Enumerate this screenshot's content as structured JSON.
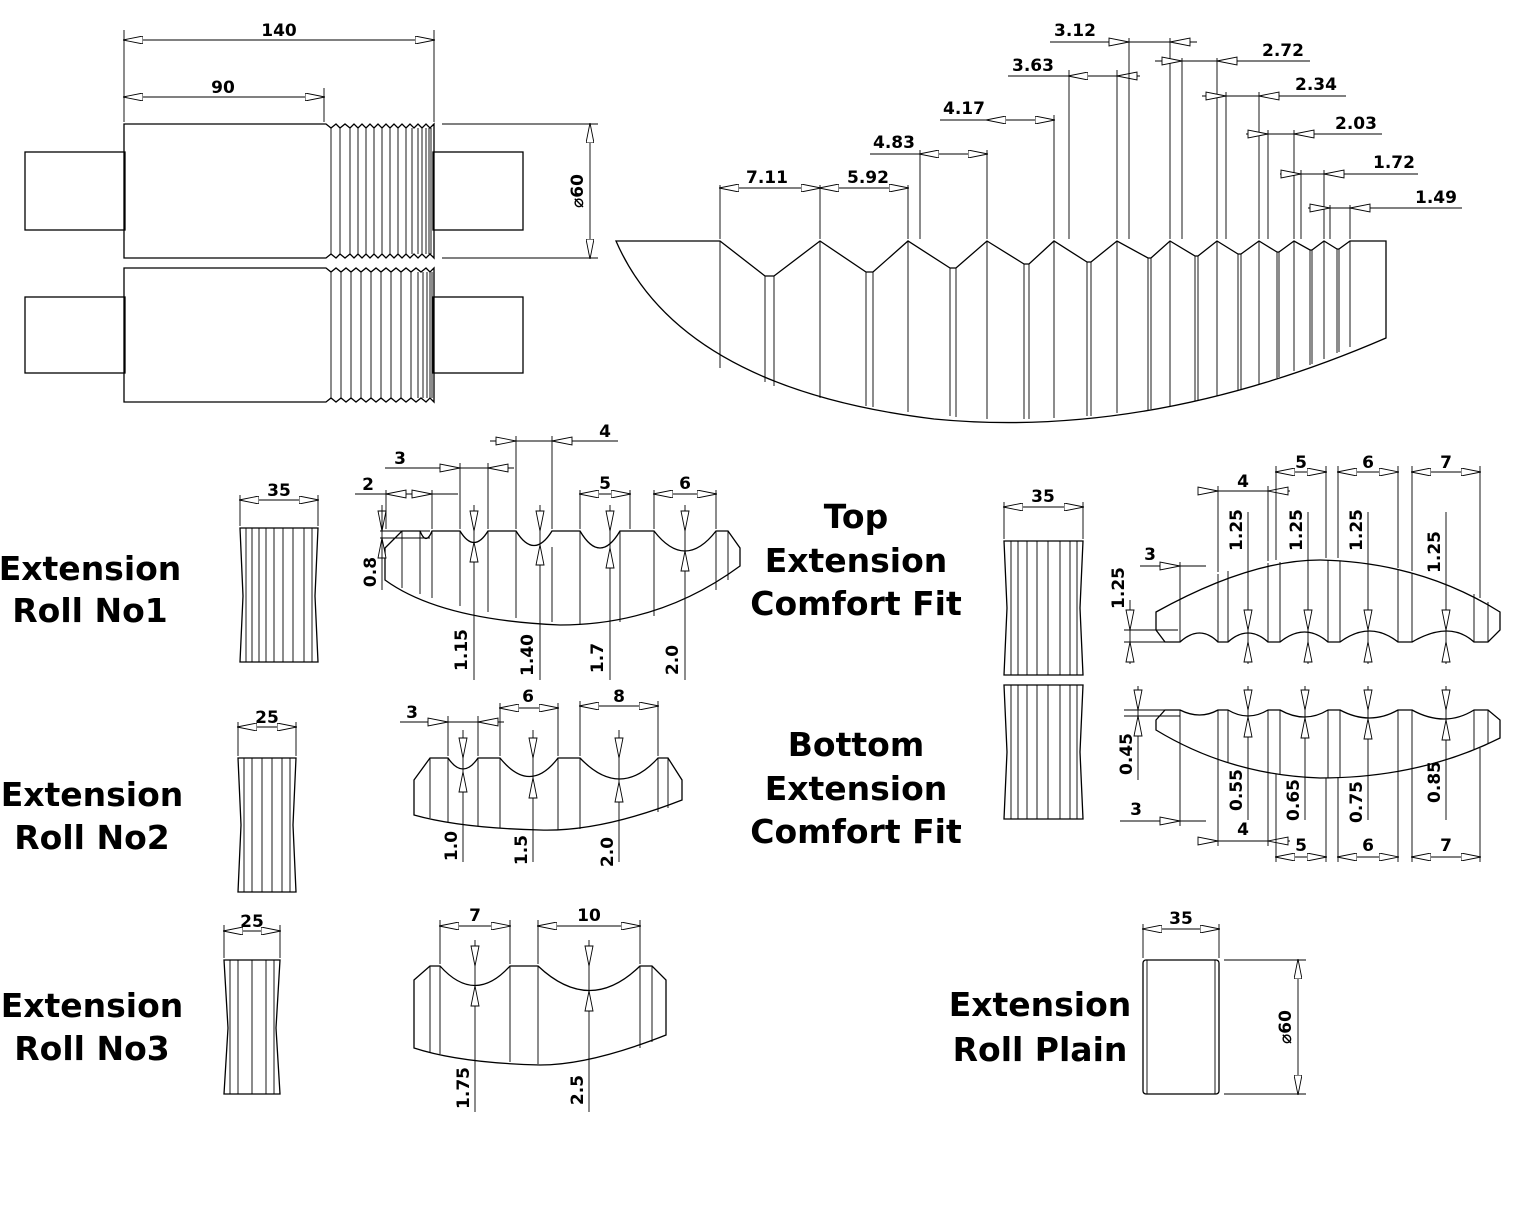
{
  "drawing": {
    "top_assembly": {
      "overall_length": "140",
      "body_length": "90",
      "roll_diameter": "60",
      "diameter_symbol": "⌀"
    },
    "groove_profile": {
      "pitches": [
        "7.11",
        "5.92",
        "4.83",
        "4.17",
        "3.63",
        "3.12",
        "2.72",
        "2.34",
        "2.03",
        "1.72",
        "1.49"
      ]
    },
    "roll_no1": {
      "title_line1": "Extension",
      "title_line2": "Roll No1",
      "width": "35",
      "groove_widths": [
        "2",
        "3",
        "4",
        "5",
        "6"
      ],
      "groove_depths": [
        "0.8",
        "1.15",
        "1.40",
        "1.7",
        "2.0"
      ]
    },
    "roll_no2": {
      "title_line1": "Extension",
      "title_line2": "Roll No2",
      "width": "25",
      "groove_widths": [
        "3",
        "6",
        "8"
      ],
      "groove_depths": [
        "1.0",
        "1.5",
        "2.0"
      ]
    },
    "roll_no3": {
      "title_line1": "Extension",
      "title_line2": "Roll No3",
      "width": "25",
      "groove_widths": [
        "7",
        "10"
      ],
      "groove_depths": [
        "1.75",
        "2.5"
      ]
    },
    "top_comfort": {
      "title_line1": "Top",
      "title_line2": "Extension",
      "title_line3": "Comfort Fit",
      "width": "35",
      "groove_widths": [
        "3",
        "4",
        "5",
        "6",
        "7"
      ],
      "groove_depths": [
        "1.25",
        "1.25",
        "1.25",
        "1.25",
        "1.25"
      ]
    },
    "bottom_comfort": {
      "title_line1": "Bottom",
      "title_line2": "Extension",
      "title_line3": "Comfort Fit",
      "groove_widths": [
        "3",
        "4",
        "5",
        "6",
        "7"
      ],
      "groove_depths": [
        "0.45",
        "0.55",
        "0.65",
        "0.75",
        "0.85"
      ]
    },
    "plain_roll": {
      "title_line1": "Extension",
      "title_line2": "Roll Plain",
      "width": "35",
      "diameter": "60",
      "diameter_symbol": "⌀"
    }
  }
}
